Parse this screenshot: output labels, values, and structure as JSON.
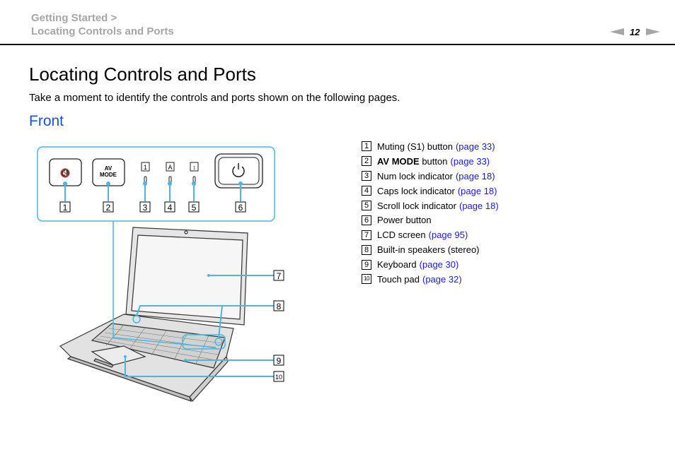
{
  "breadcrumb": {
    "line1": "Getting Started >",
    "line2": "Locating Controls and Ports"
  },
  "page_number": "12",
  "title": "Locating Controls and Ports",
  "intro": "Take a moment to identify the controls and ports shown on the following pages.",
  "section": "Front",
  "panel": {
    "av_top": "AV",
    "av_bottom": "MODE"
  },
  "items": [
    {
      "n": "1",
      "pre": "Muting (S1) button",
      "bold": "",
      "post": "",
      "link": "(page 33)"
    },
    {
      "n": "2",
      "pre": "",
      "bold": "AV MODE",
      "post": " button",
      "link": "(page 33)"
    },
    {
      "n": "3",
      "pre": "Num lock indicator",
      "bold": "",
      "post": "",
      "link": "(page 18)"
    },
    {
      "n": "4",
      "pre": "Caps lock indicator",
      "bold": "",
      "post": "",
      "link": "(page 18)"
    },
    {
      "n": "5",
      "pre": "Scroll lock indicator",
      "bold": "",
      "post": "",
      "link": "(page 18)"
    },
    {
      "n": "6",
      "pre": "Power button",
      "bold": "",
      "post": "",
      "link": ""
    },
    {
      "n": "7",
      "pre": "LCD screen",
      "bold": "",
      "post": "",
      "link": "(page 95)"
    },
    {
      "n": "8",
      "pre": "Built-in speakers (stereo)",
      "bold": "",
      "post": "",
      "link": ""
    },
    {
      "n": "9",
      "pre": "Keyboard",
      "bold": "",
      "post": "",
      "link": "(page 30)"
    },
    {
      "n": "10",
      "pre": "Touch pad",
      "bold": "",
      "post": "",
      "link": "(page 32)"
    }
  ],
  "colors": {
    "accent": "#1f4fd6",
    "link": "#1a1ad6",
    "callout": "#49b6e6",
    "breadcrumb": "#a6a6a6"
  }
}
